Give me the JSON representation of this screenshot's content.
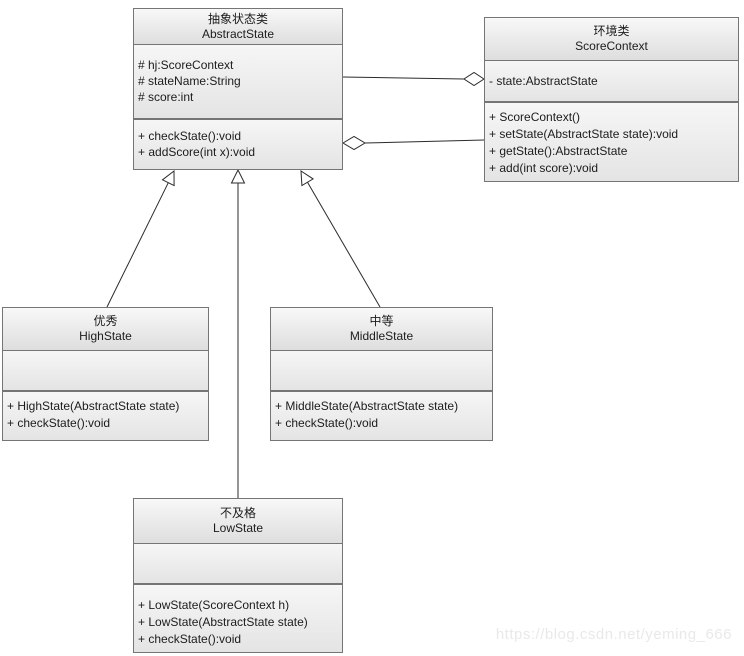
{
  "watermark": "https://blog.csdn.net/yeming_666",
  "classes": [
    {
      "name_cn": "抽象状态类",
      "name_en": "AbstractState",
      "attributes": [
        "# hj:ScoreContext",
        "# stateName:String",
        "# score:int"
      ],
      "methods": [
        "+ checkState():void",
        "+ addScore(int x):void"
      ]
    },
    {
      "name_cn": "环境类",
      "name_en": "ScoreContext",
      "attributes": [
        "- state:AbstractState"
      ],
      "methods": [
        "+ ScoreContext()",
        "+ setState(AbstractState state):void",
        "+ getState():AbstractState",
        "+ add(int score):void"
      ]
    },
    {
      "name_cn": "优秀",
      "name_en": "HighState",
      "attributes": [],
      "methods": [
        "+ HighState(AbstractState state)",
        "+ checkState():void"
      ]
    },
    {
      "name_cn": "中等",
      "name_en": "MiddleState",
      "attributes": [],
      "methods": [
        "+ MiddleState(AbstractState state)",
        "+ checkState():void"
      ]
    },
    {
      "name_cn": "不及格",
      "name_en": "LowState",
      "attributes": [],
      "methods": [
        "+ LowState(ScoreContext h)",
        "+ LowState(AbstractState state)",
        "+ checkState():void"
      ]
    }
  ],
  "relations": [
    {
      "type": "aggregation",
      "whole": "ScoreContext",
      "part": "AbstractState"
    },
    {
      "type": "aggregation",
      "whole": "AbstractState",
      "part": "ScoreContext"
    },
    {
      "type": "generalization",
      "child": "HighState",
      "parent": "AbstractState"
    },
    {
      "type": "generalization",
      "child": "MiddleState",
      "parent": "AbstractState"
    },
    {
      "type": "generalization",
      "child": "LowState",
      "parent": "AbstractState"
    }
  ],
  "colors": {
    "box_border": "#757575",
    "box_fill_top": "#f8f8f8",
    "box_fill_bottom": "#dedede",
    "line": "#2b2b2b",
    "watermark": "#e9e9e9"
  }
}
